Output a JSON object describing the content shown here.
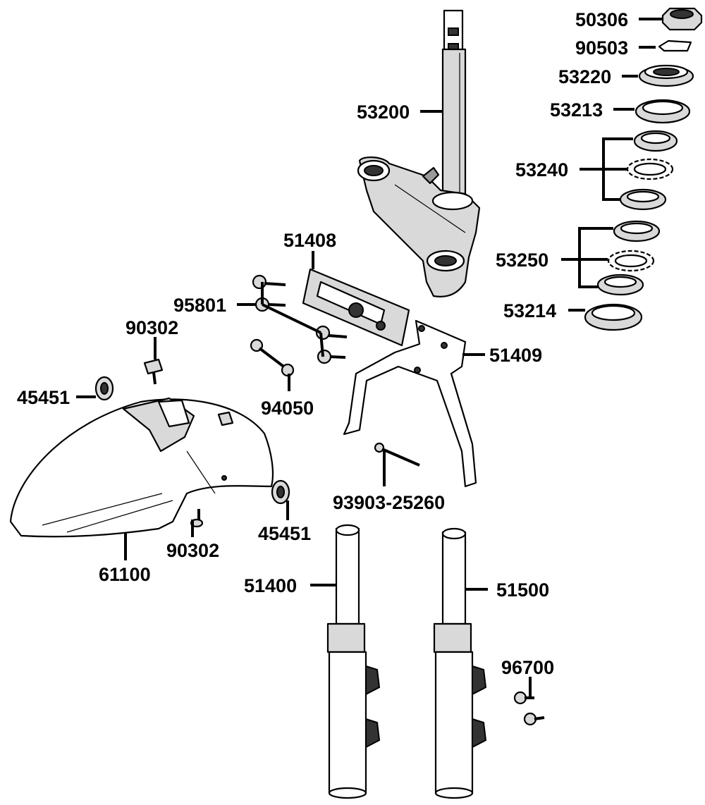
{
  "parts": [
    {
      "key": "p50306",
      "number": "50306"
    },
    {
      "key": "p90503",
      "number": "90503"
    },
    {
      "key": "p53220",
      "number": "53220"
    },
    {
      "key": "p53213",
      "number": "53213"
    },
    {
      "key": "p53240",
      "number": "53240"
    },
    {
      "key": "p53250",
      "number": "53250"
    },
    {
      "key": "p53214",
      "number": "53214"
    },
    {
      "key": "p53200",
      "number": "53200"
    },
    {
      "key": "p51408",
      "number": "51408"
    },
    {
      "key": "p95801",
      "number": "95801"
    },
    {
      "key": "p90302a",
      "number": "90302"
    },
    {
      "key": "p45451a",
      "number": "45451"
    },
    {
      "key": "p94050",
      "number": "94050"
    },
    {
      "key": "p51409",
      "number": "51409"
    },
    {
      "key": "p93903",
      "number": "93903-25260"
    },
    {
      "key": "p45451b",
      "number": "45451"
    },
    {
      "key": "p90302b",
      "number": "90302"
    },
    {
      "key": "p61100",
      "number": "61100"
    },
    {
      "key": "p51400",
      "number": "51400"
    },
    {
      "key": "p51500",
      "number": "51500"
    },
    {
      "key": "p96700",
      "number": "96700"
    }
  ]
}
